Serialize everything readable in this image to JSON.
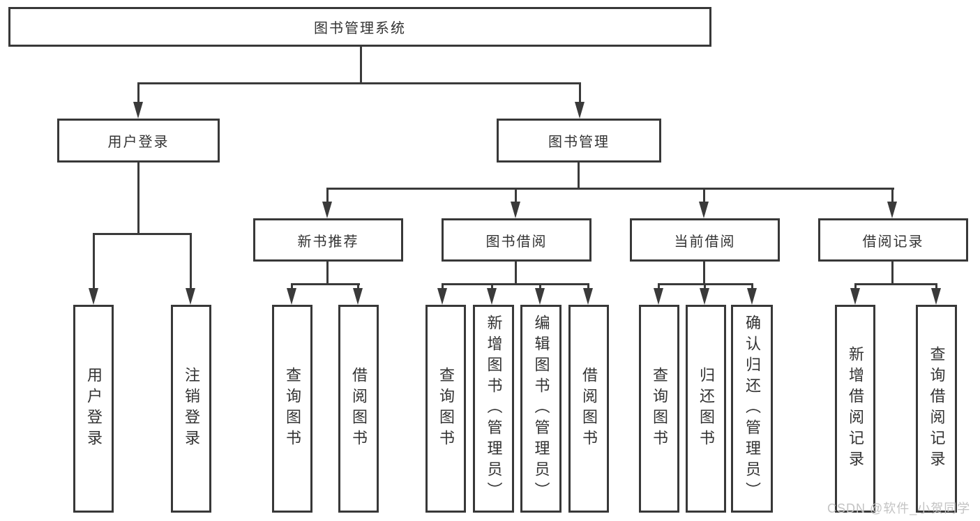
{
  "diagram": {
    "title": "图书管理系统",
    "branches": [
      {
        "label": "用户登录",
        "children": [
          "用户登录",
          "注销登录"
        ]
      },
      {
        "label": "图书管理",
        "sections": [
          {
            "label": "新书推荐",
            "children": [
              "查询图书",
              "借阅图书"
            ]
          },
          {
            "label": "图书借阅",
            "children": [
              "查询图书",
              "新增图书（管理员）",
              "编辑图书（管理员）",
              "借阅图书"
            ]
          },
          {
            "label": "当前借阅",
            "children": [
              "查询图书",
              "归还图书",
              "确认归还（管理员）"
            ]
          },
          {
            "label": "借阅记录",
            "children": [
              "新增借阅记录",
              "查询借阅记录"
            ]
          }
        ]
      }
    ],
    "watermark": "CSDN @软件_小贺同学",
    "colors": {
      "line": "#3a3a3a",
      "box_border": "#383838",
      "text": "#333333",
      "watermark": "#c3c3c3",
      "background": "#ffffff"
    }
  }
}
